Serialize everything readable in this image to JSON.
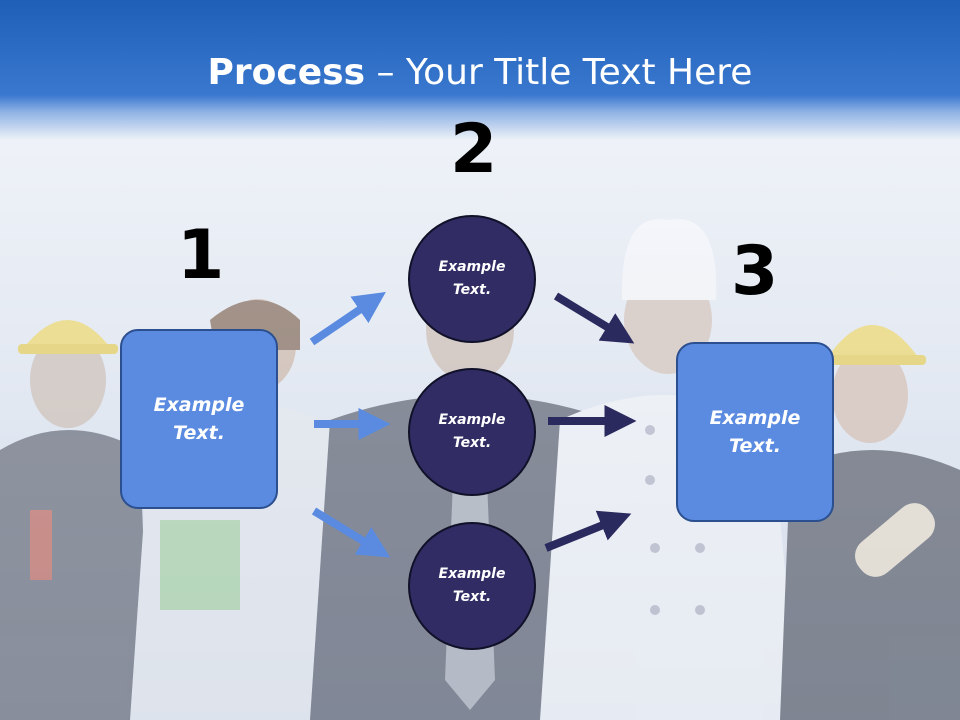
{
  "title": {
    "bold": "Process",
    "rest": " – Your Title Text Here"
  },
  "steps": [
    {
      "number": "1",
      "text": "Example Text."
    },
    {
      "number": "2",
      "text": "Example Text."
    },
    {
      "number": "3",
      "text": "Example Text."
    }
  ],
  "middle_circles": [
    {
      "text": "Example Text."
    },
    {
      "text": "Example Text."
    },
    {
      "text": "Example Text."
    }
  ],
  "colors": {
    "header_blue": "#1f5fb8",
    "box_fill": "#5a8be0",
    "circle_fill": "#312c63",
    "arrow_light": "#5a8be0",
    "arrow_dark": "#2b2a5e"
  }
}
